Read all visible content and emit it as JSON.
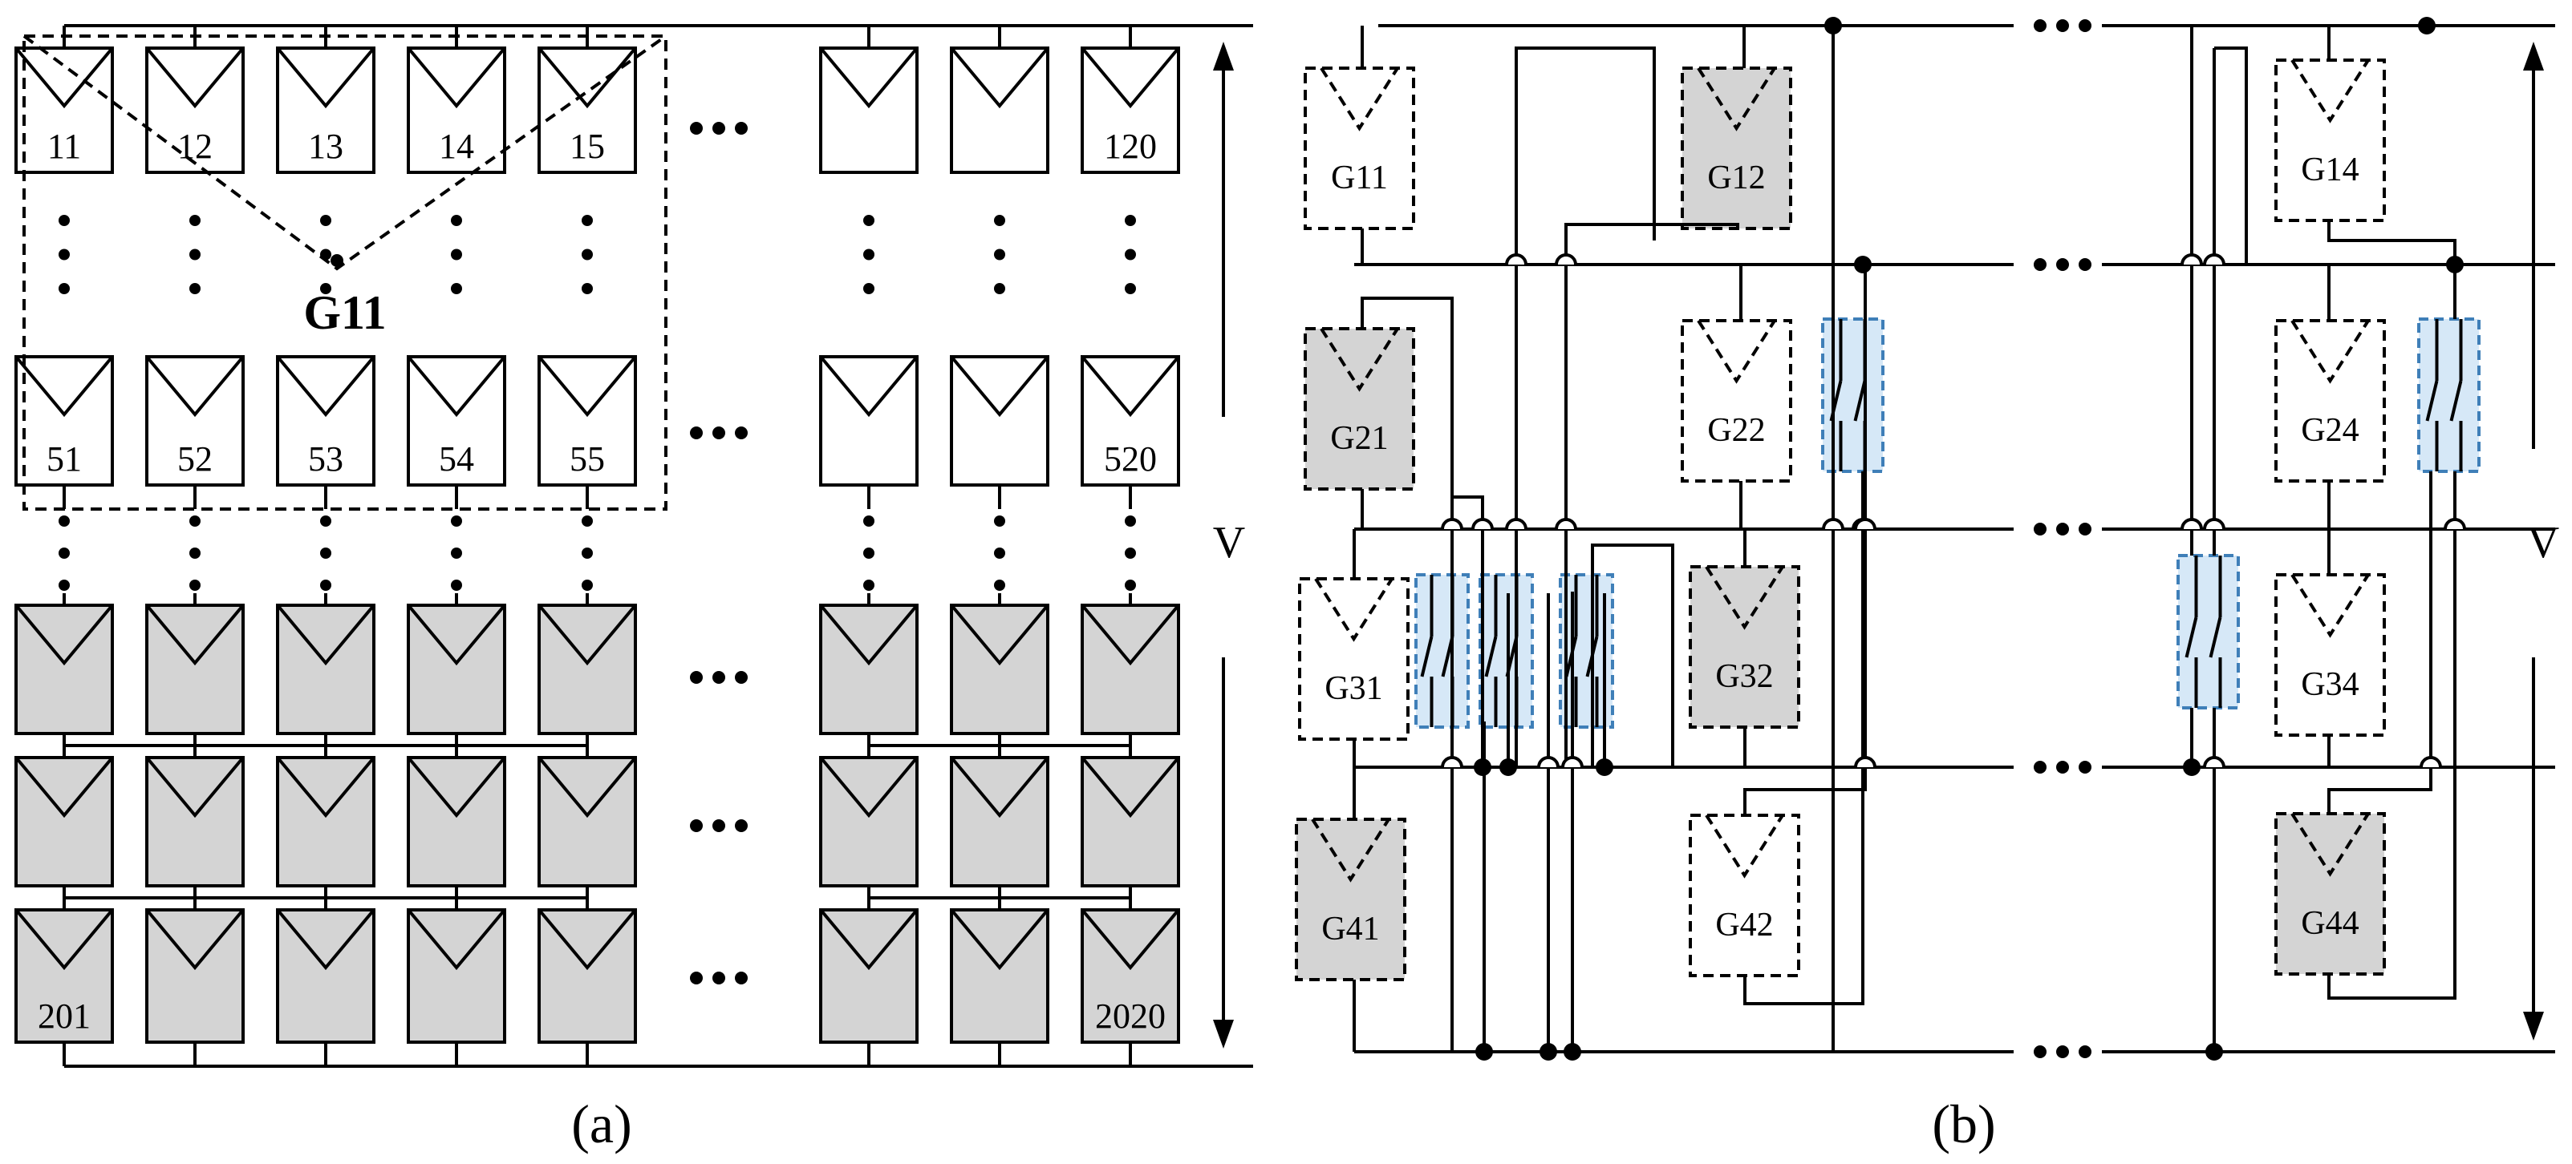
{
  "colors": {
    "line": "#000000",
    "shade": "#d4d4d4",
    "switch_fill": "#d6e8f7",
    "switch_border": "#3f7fb8",
    "background": "#ffffff"
  },
  "panel_a": {
    "caption": "(a)",
    "group_label": "G11",
    "top_labels": [
      "11",
      "12",
      "13",
      "14",
      "15",
      "",
      "",
      "120"
    ],
    "row5_labels": [
      "51",
      "52",
      "53",
      "54",
      "55",
      "",
      "",
      "520"
    ],
    "bottom_labels": [
      "201",
      "",
      "",
      "",
      "",
      "",
      "",
      "2020"
    ],
    "ellipsis": "•••",
    "voltage_label": "V"
  },
  "panel_b": {
    "caption": "(b)",
    "ellipsis": "•••",
    "voltage_label": "V",
    "groups": [
      {
        "label": "G11",
        "shaded": false
      },
      {
        "label": "G12",
        "shaded": true
      },
      {
        "label": "G14",
        "shaded": false
      },
      {
        "label": "G21",
        "shaded": true
      },
      {
        "label": "G22",
        "shaded": false
      },
      {
        "label": "G24",
        "shaded": false
      },
      {
        "label": "G31",
        "shaded": false
      },
      {
        "label": "G32",
        "shaded": true
      },
      {
        "label": "G34",
        "shaded": false
      },
      {
        "label": "G41",
        "shaded": true
      },
      {
        "label": "G42",
        "shaded": false
      },
      {
        "label": "G44",
        "shaded": true
      }
    ]
  }
}
